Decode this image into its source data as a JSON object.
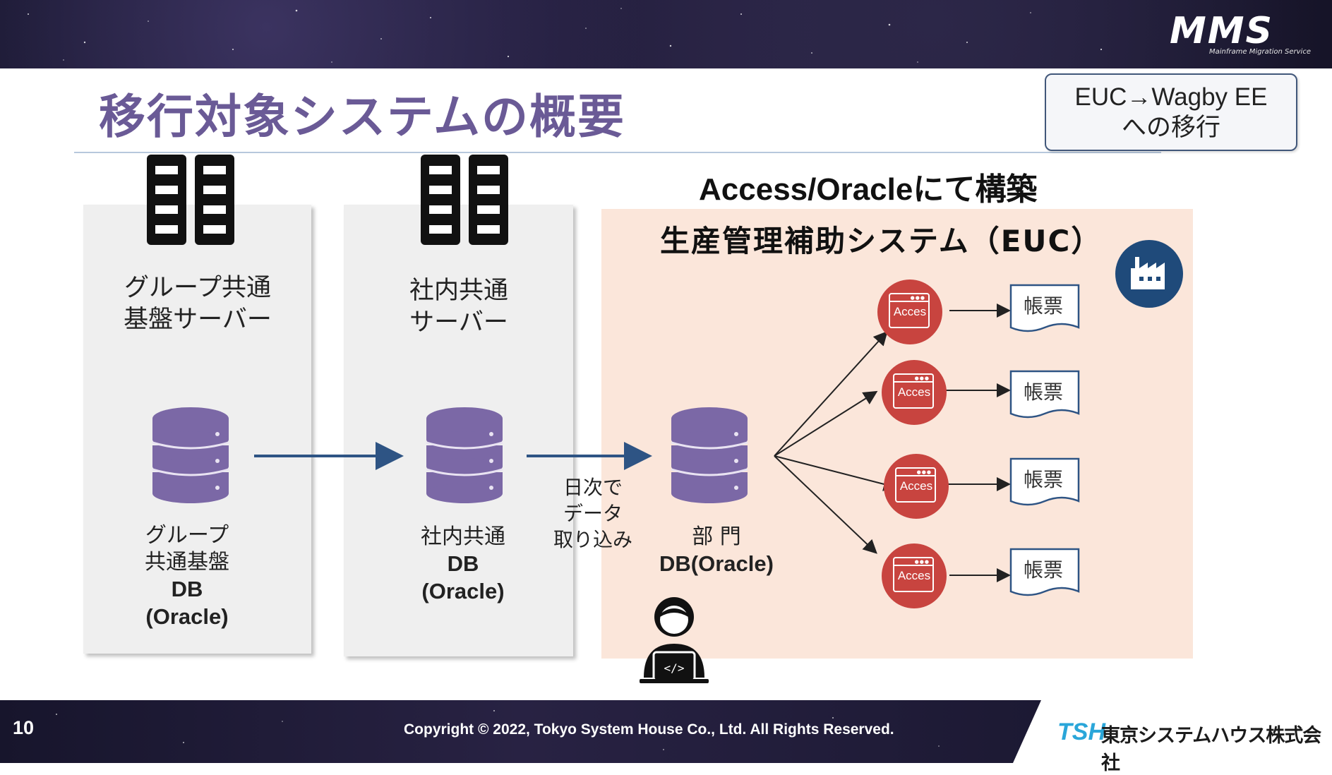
{
  "header": {
    "logo_text": "MMS",
    "logo_subtext": "Mainframe Migration Service",
    "title": "移行対象システムの概要"
  },
  "badge": {
    "line1": "EUC→Wagby EE",
    "line2": "への移行"
  },
  "panels": {
    "group": {
      "server_line1": "グループ共通",
      "server_line2": "基盤サーバー",
      "db_line1": "グループ",
      "db_line2": "共通基盤",
      "db_line3": "DB",
      "db_line4": "(Oracle)"
    },
    "internal": {
      "server_line1": "社内共通",
      "server_line2": "サーバー",
      "db_line1": "社内共通",
      "db_line2": "DB",
      "db_line3": "(Oracle)"
    },
    "euc": {
      "heading": "Access/Oracleにて構築",
      "title": "生産管理補助システム（EUC）",
      "db_line1": "部 門",
      "db_line2": "DB(Oracle)",
      "access_label": "Acces",
      "report_label": "帳票"
    }
  },
  "import_label": {
    "line1": "日次で",
    "line2": "データ",
    "line3": "取り込み"
  },
  "footer": {
    "page_number": "10",
    "copyright": "Copyright © 2022, Tokyo System House Co., Ltd. All Rights Reserved.",
    "company_mark": "TSH",
    "company_name": "東京システムハウス株式会社"
  },
  "colors": {
    "title": "#6a5a96",
    "db": "#7b68a6",
    "access": "#c8443f",
    "arrow": "#2e5484",
    "euc_panel": "#fbe6da",
    "factory": "#1f4a7a"
  }
}
